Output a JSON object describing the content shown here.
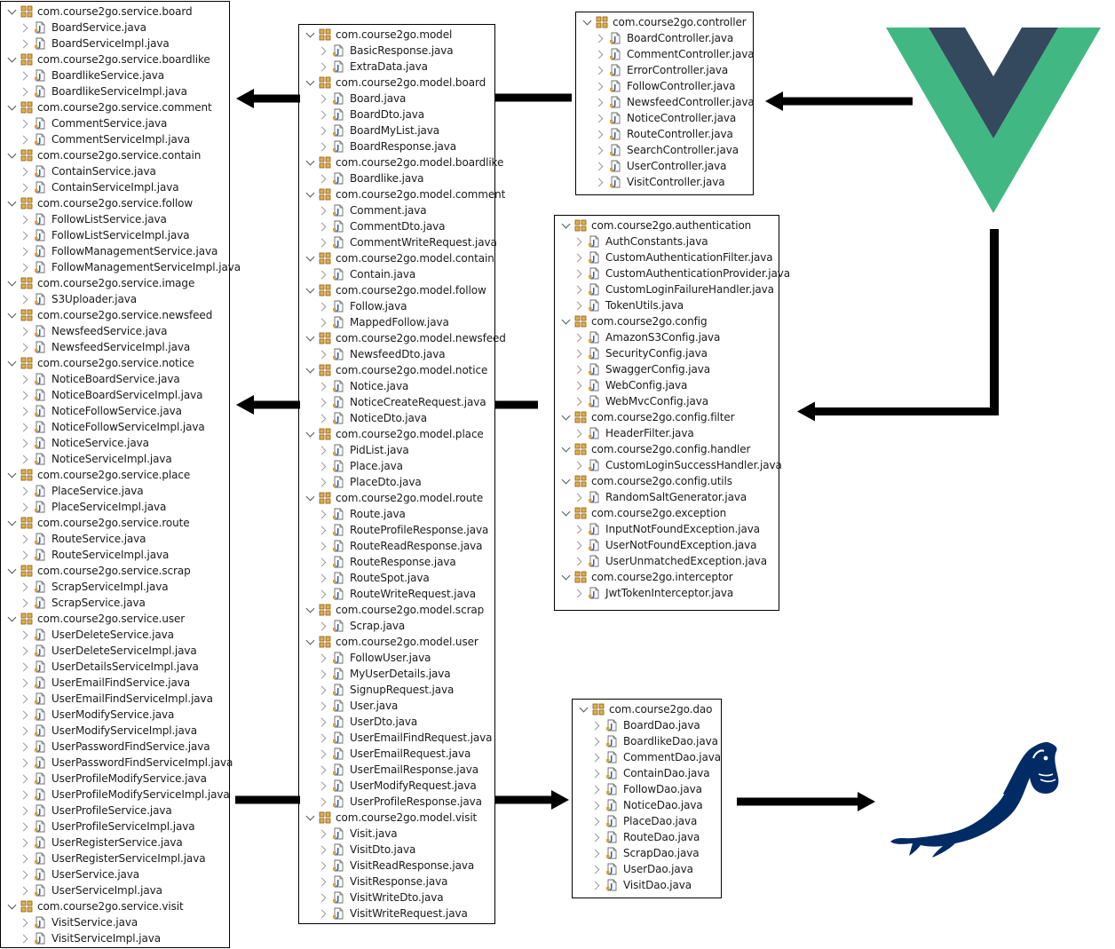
{
  "panels": {
    "service": {
      "groups": [
        {
          "package": "com.course2go.service.board",
          "files": [
            "BoardService.java",
            "BoardServiceImpl.java"
          ]
        },
        {
          "package": "com.course2go.service.boardlike",
          "files": [
            "BoardlikeService.java",
            "BoardlikeServiceImpl.java"
          ]
        },
        {
          "package": "com.course2go.service.comment",
          "files": [
            "CommentService.java",
            "CommentServiceImpl.java"
          ]
        },
        {
          "package": "com.course2go.service.contain",
          "files": [
            "ContainService.java",
            "ContainServiceImpl.java"
          ]
        },
        {
          "package": "com.course2go.service.follow",
          "files": [
            "FollowListService.java",
            "FollowListServiceImpl.java",
            "FollowManagementService.java",
            "FollowManagementServiceImpl.java"
          ]
        },
        {
          "package": "com.course2go.service.image",
          "files": [
            "S3Uploader.java"
          ]
        },
        {
          "package": "com.course2go.service.newsfeed",
          "files": [
            "NewsfeedService.java",
            "NewsfeedServiceImpl.java"
          ]
        },
        {
          "package": "com.course2go.service.notice",
          "files": [
            "NoticeBoardService.java",
            "NoticeBoardServiceImpl.java",
            "NoticeFollowService.java",
            "NoticeFollowServiceImpl.java",
            "NoticeService.java",
            "NoticeServiceImpl.java"
          ]
        },
        {
          "package": "com.course2go.service.place",
          "files": [
            "PlaceService.java",
            "PlaceServiceImpl.java"
          ]
        },
        {
          "package": "com.course2go.service.route",
          "files": [
            "RouteService.java",
            "RouteServiceImpl.java"
          ]
        },
        {
          "package": "com.course2go.service.scrap",
          "files": [
            "ScrapServiceImpl.java",
            "ScrapService.java"
          ]
        },
        {
          "package": "com.course2go.service.user",
          "files": [
            "UserDeleteService.java",
            "UserDeleteServiceImpl.java",
            "UserDetailsServiceImpl.java",
            "UserEmailFindService.java",
            "UserEmailFindServiceImpl.java",
            "UserModifyService.java",
            "UserModifyServiceImpl.java",
            "UserPasswordFindService.java",
            "UserPasswordFindServiceImpl.java",
            "UserProfileModifyService.java",
            "UserProfileModifyServiceImpl.java",
            "UserProfileService.java",
            "UserProfileServiceImpl.java",
            "UserRegisterService.java",
            "UserRegisterServiceImpl.java",
            "UserService.java",
            "UserServiceImpl.java"
          ]
        },
        {
          "package": "com.course2go.service.visit",
          "files": [
            "VisitService.java",
            "VisitServiceImpl.java"
          ]
        }
      ]
    },
    "model": {
      "groups": [
        {
          "package": "com.course2go.model",
          "files": [
            "BasicResponse.java",
            "ExtraData.java"
          ]
        },
        {
          "package": "com.course2go.model.board",
          "files": [
            "Board.java",
            "BoardDto.java",
            "BoardMyList.java",
            "BoardResponse.java"
          ]
        },
        {
          "package": "com.course2go.model.boardlike",
          "files": [
            "Boardlike.java"
          ]
        },
        {
          "package": "com.course2go.model.comment",
          "files": [
            "Comment.java",
            "CommentDto.java",
            "CommentWriteRequest.java"
          ]
        },
        {
          "package": "com.course2go.model.contain",
          "files": [
            "Contain.java"
          ]
        },
        {
          "package": "com.course2go.model.follow",
          "files": [
            "Follow.java",
            "MappedFollow.java"
          ]
        },
        {
          "package": "com.course2go.model.newsfeed",
          "files": [
            "NewsfeedDto.java"
          ]
        },
        {
          "package": "com.course2go.model.notice",
          "files": [
            "Notice.java",
            "NoticeCreateRequest.java",
            "NoticeDto.java"
          ]
        },
        {
          "package": "com.course2go.model.place",
          "files": [
            "PidList.java",
            "Place.java",
            "PlaceDto.java"
          ]
        },
        {
          "package": "com.course2go.model.route",
          "files": [
            "Route.java",
            "RouteProfileResponse.java",
            "RouteReadResponse.java",
            "RouteResponse.java",
            "RouteSpot.java",
            "RouteWriteRequest.java"
          ]
        },
        {
          "package": "com.course2go.model.scrap",
          "files": [
            "Scrap.java"
          ]
        },
        {
          "package": "com.course2go.model.user",
          "files": [
            "FollowUser.java",
            "MyUserDetails.java",
            "SignupRequest.java",
            "User.java",
            "UserDto.java",
            "UserEmailFindRequest.java",
            "UserEmailRequest.java",
            "UserEmailResponse.java",
            "UserModifyRequest.java",
            "UserProfileResponse.java"
          ]
        },
        {
          "package": "com.course2go.model.visit",
          "files": [
            "Visit.java",
            "VisitDto.java",
            "VisitReadResponse.java",
            "VisitResponse.java",
            "VisitWriteDto.java",
            "VisitWriteRequest.java"
          ]
        }
      ]
    },
    "controller": {
      "groups": [
        {
          "package": "com.course2go.controller",
          "files": [
            "BoardController.java",
            "CommentController.java",
            "ErrorController.java",
            "FollowController.java",
            "NewsfeedController.java",
            "NoticeController.java",
            "RouteController.java",
            "SearchController.java",
            "UserController.java",
            "VisitController.java"
          ]
        }
      ]
    },
    "config": {
      "groups": [
        {
          "package": "com.course2go.authentication",
          "files": [
            "AuthConstants.java",
            "CustomAuthenticationFilter.java",
            "CustomAuthenticationProvider.java",
            "CustomLoginFailureHandler.java",
            "TokenUtils.java"
          ]
        },
        {
          "package": "com.course2go.config",
          "files": [
            "AmazonS3Config.java",
            "SecurityConfig.java",
            "SwaggerConfig.java",
            "WebConfig.java",
            "WebMvcConfig.java"
          ]
        },
        {
          "package": "com.course2go.config.filter",
          "files": [
            "HeaderFilter.java"
          ]
        },
        {
          "package": "com.course2go.config.handler",
          "files": [
            "CustomLoginSuccessHandler.java"
          ]
        },
        {
          "package": "com.course2go.config.utils",
          "files": [
            "RandomSaltGenerator.java"
          ]
        },
        {
          "package": "com.course2go.exception",
          "files": [
            "InputNotFoundException.java",
            "UserNotFoundException.java",
            "UserUnmatchedException.java"
          ]
        },
        {
          "package": "com.course2go.interceptor",
          "files": [
            "JwtTokenInterceptor.java"
          ]
        }
      ]
    },
    "dao": {
      "groups": [
        {
          "package": "com.course2go.dao",
          "files": [
            "BoardDao.java",
            "BoardlikeDao.java",
            "CommentDao.java",
            "ContainDao.java",
            "FollowDao.java",
            "NoticeDao.java",
            "PlaceDao.java",
            "RouteDao.java",
            "ScrapDao.java",
            "UserDao.java",
            "VisitDao.java"
          ]
        }
      ]
    }
  },
  "logos": {
    "frontend": "vue-logo",
    "database": "mariadb-seal-logo"
  },
  "colors": {
    "vue_green": "#41b883",
    "vue_dark": "#35495e",
    "mariadb_navy": "#002b64",
    "package_brown": "#b5781f",
    "java_file_blue": "#2f5ea8",
    "arrow": "#000000"
  }
}
